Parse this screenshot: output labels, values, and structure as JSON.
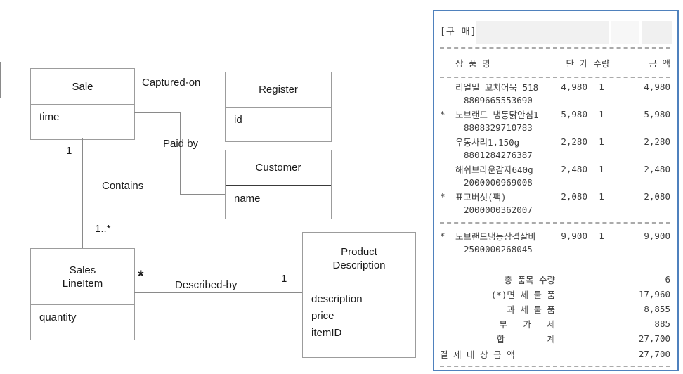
{
  "diagram": {
    "classes": {
      "sale": {
        "name": "Sale",
        "attr0": "time"
      },
      "register": {
        "name": "Register",
        "attr0": "id"
      },
      "customer": {
        "name": "Customer",
        "attr0": "name"
      },
      "lineitem": {
        "name_l1": "Sales",
        "name_l2": "LineItem",
        "attr0": "quantity"
      },
      "proddesc": {
        "name_l1": "Product",
        "name_l2": "Description",
        "attr0": "description",
        "attr1": "price",
        "attr2": "itemID"
      }
    },
    "labels": {
      "captured_on": "Captured-on",
      "paid_by": "Paid by",
      "contains": "Contains",
      "described_by": "Described-by",
      "mult_sale_contains": "1",
      "mult_lineitem_contains": "1..*",
      "mult_lineitem_desc": "*",
      "mult_proddesc_desc": "1"
    },
    "line_color": "#8a8a8a"
  },
  "receipt": {
    "title": "[구 매]",
    "columns": {
      "name": "상 품 명",
      "unit": "단 가",
      "qty": "수량",
      "amount": "금 액"
    },
    "items": [
      {
        "star": "",
        "name": "리얼밀 꼬치어묵 518",
        "unit": "4,980",
        "qty": "1",
        "amount": "4,980",
        "barcode": "8809665553690"
      },
      {
        "star": "*",
        "name": "노브랜드 냉동닭안심1",
        "unit": "5,980",
        "qty": "1",
        "amount": "5,980",
        "barcode": "8808329710783"
      },
      {
        "star": "",
        "name": "우동사리1,150g",
        "unit": "2,280",
        "qty": "1",
        "amount": "2,280",
        "barcode": "8801284276387"
      },
      {
        "star": "",
        "name": "해쉬브라운감자640g",
        "unit": "2,480",
        "qty": "1",
        "amount": "2,480",
        "barcode": "2000000969008"
      },
      {
        "star": "*",
        "name": "표고버섯(팩)",
        "unit": "2,080",
        "qty": "1",
        "amount": "2,080",
        "barcode": "2000000362007"
      },
      {
        "star": "*",
        "name": "노브랜드냉동삼겹살바",
        "unit": "9,900",
        "qty": "1",
        "amount": "9,900",
        "barcode": "2500000268045"
      }
    ],
    "summary": [
      {
        "label": "총 품목 수량",
        "value": "6"
      },
      {
        "label": "(*)면 세 물 품",
        "value": "17,960"
      },
      {
        "label": "과 세 물 품",
        "value": "8,855"
      },
      {
        "label": "부   가   세",
        "value": "885"
      },
      {
        "label": "합        계",
        "value": "27,700"
      }
    ],
    "total": {
      "label": "결 제 대 상 금 액",
      "value": "27,700"
    },
    "border_color": "#4f81bd"
  }
}
